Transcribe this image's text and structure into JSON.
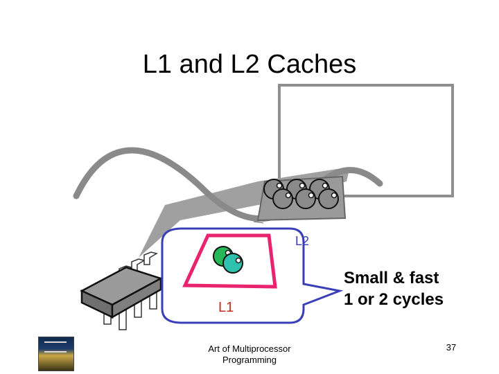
{
  "slide": {
    "title": "L1 and L2 Caches",
    "callout_lines": [
      "Small & fast",
      "1 or 2 cycles"
    ],
    "l2_label": "L2",
    "l1_label": "L1",
    "footer_lines": [
      "Art of Multiprocessor",
      "Programming"
    ],
    "page_number": "37"
  },
  "colors": {
    "l1_frame": "#e8246e",
    "l1_label": "#c42e1f",
    "callout_border": "#3a3fb8",
    "l2_label": "#3a3fb8",
    "bus": "#a0a0a0",
    "chip_body": "#8e8e8e",
    "l1_ball_green": "#27b858",
    "l1_ball_teal": "#2ec1ad",
    "l2_ball": "#8a8a8a"
  },
  "icons": {
    "memory_box": "rectangle-outline",
    "processor": "ic-chip-icon",
    "book": "book-cover-icon"
  }
}
